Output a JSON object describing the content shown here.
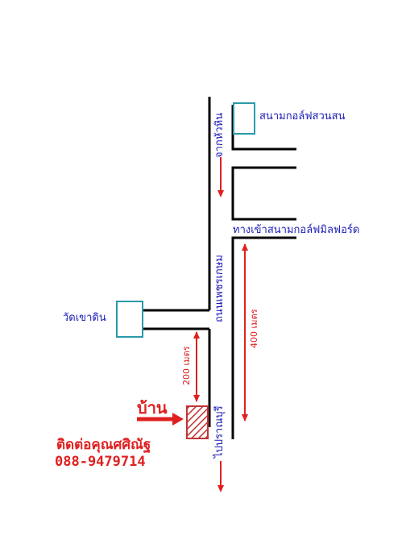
{
  "labels": {
    "golf_suan_son": "สนามกอล์ฟสวนสน",
    "from_hua_hin": "จากหัวหิน",
    "milford_entrance": "ทางเข้าสนามกอล์ฟมิลฟอร์ด",
    "phetkasem_road": "ถนนเพชรเกษม",
    "wat_khao_din": "วัดเขาดิน",
    "to_pranburi": "ไปปราณบุรี",
    "dist_400": "400 เมตร",
    "dist_200": "200 เมตร",
    "home": "บ้าน",
    "contact_name": "ติดต่อคุณศศิณัฐ",
    "phone": "088-9479714"
  },
  "colors": {
    "road": "#000000",
    "label_blue": "#1a1ab8",
    "landmark_box": "#2a9aa8",
    "arrow_red": "#e02020",
    "house": "#c23535"
  },
  "icons": [
    "arrow-up-icon",
    "arrow-down-icon",
    "home-arrow-icon",
    "house-hatched-icon"
  ]
}
